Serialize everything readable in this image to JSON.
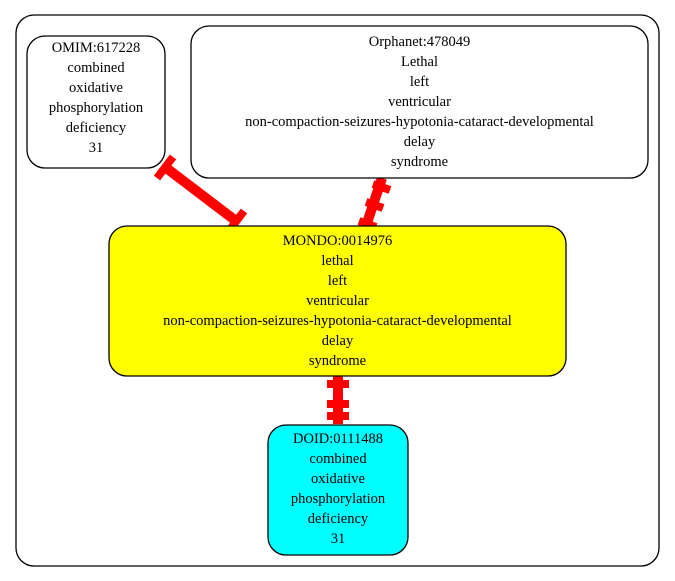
{
  "diagram": {
    "nodes": [
      {
        "id": "omim",
        "lines": [
          "OMIM:617228",
          "combined",
          "oxidative",
          "phosphorylation",
          "deficiency",
          "31"
        ],
        "fill": "#ffffff"
      },
      {
        "id": "orphanet",
        "lines": [
          "Orphanet:478049",
          "Lethal",
          "left",
          "ventricular",
          "non-compaction-seizures-hypotonia-cataract-developmental",
          "delay",
          "syndrome"
        ],
        "fill": "#ffffff"
      },
      {
        "id": "mondo",
        "lines": [
          "MONDO:0014976",
          "lethal",
          "left",
          "ventricular",
          "non-compaction-seizures-hypotonia-cataract-developmental",
          "delay",
          "syndrome"
        ],
        "fill": "#ffff00"
      },
      {
        "id": "doid",
        "lines": [
          "DOID:0111488",
          "combined",
          "oxidative",
          "phosphorylation",
          "deficiency",
          "31"
        ],
        "fill": "#00ffff"
      }
    ],
    "edges": [
      {
        "from": "omim",
        "to": "mondo",
        "color": "#ff0000"
      },
      {
        "from": "orphanet",
        "to": "mondo",
        "color": "#ff0000"
      },
      {
        "from": "mondo",
        "to": "doid",
        "color": "#ff0000"
      }
    ]
  }
}
